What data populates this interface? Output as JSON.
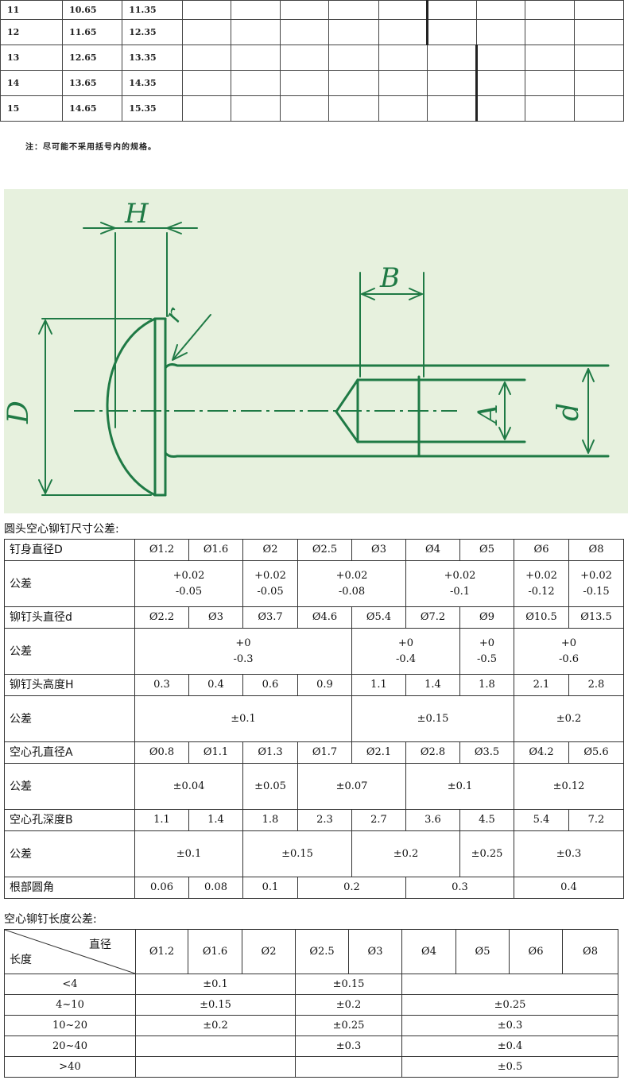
{
  "scan_table": {
    "rows": [
      {
        "n": "11",
        "a": "10.65",
        "b": "11.35"
      },
      {
        "n": "12",
        "a": "11.65",
        "b": "12.35"
      },
      {
        "n": "13",
        "a": "12.65",
        "b": "13.35"
      },
      {
        "n": "14",
        "a": "13.65",
        "b": "14.35"
      },
      {
        "n": "15",
        "a": "14.65",
        "b": "15.35"
      }
    ],
    "note": "注：尽可能不采用括号内的规格。"
  },
  "drawing": {
    "labels": {
      "H": "H",
      "B": "B",
      "D": "D",
      "A": "A",
      "d": "d",
      "r": "r"
    },
    "colors": {
      "background": "#e7f1de",
      "line": "#1f7a45"
    }
  },
  "tolerance": {
    "title": "圆头空心铆钉尺寸公差:",
    "body_dia": {
      "label": "钉身直径D",
      "values": [
        "Ø1.2",
        "Ø1.6",
        "Ø2",
        "Ø2.5",
        "Ø3",
        "Ø4",
        "Ø5",
        "Ø6",
        "Ø8"
      ]
    },
    "body_tol": {
      "label": "公差",
      "values": [
        [
          "+0.02",
          "-0.05"
        ],
        [
          "+0.02",
          "-0.05"
        ],
        [
          "+0.02",
          "-0.08"
        ],
        [
          "+0.02",
          "-0.1"
        ],
        [
          "+0.02",
          "-0.12"
        ],
        [
          "+0.02",
          "-0.15"
        ]
      ]
    },
    "head_dia": {
      "label": "铆钉头直径d",
      "values": [
        "Ø2.2",
        "Ø3",
        "Ø3.7",
        "Ø4.6",
        "Ø5.4",
        "Ø7.2",
        "Ø9",
        "Ø10.5",
        "Ø13.5"
      ]
    },
    "head_dia_tol": {
      "label": "公差",
      "values": [
        [
          "+0",
          "-0.3"
        ],
        [
          "+0",
          "-0.4"
        ],
        [
          "+0",
          "-0.5"
        ],
        [
          "+0",
          "-0.6"
        ]
      ]
    },
    "head_h": {
      "label": "铆钉头高度H",
      "values": [
        "0.3",
        "0.4",
        "0.6",
        "0.9",
        "1.1",
        "1.4",
        "1.8",
        "2.1",
        "2.8"
      ]
    },
    "head_h_tol": {
      "label": "公差",
      "values": [
        "±0.1",
        "±0.15",
        "±0.2"
      ]
    },
    "hole_dia": {
      "label": "空心孔直径A",
      "values": [
        "Ø0.8",
        "Ø1.1",
        "Ø1.3",
        "Ø1.7",
        "Ø2.1",
        "Ø2.8",
        "Ø3.5",
        "Ø4.2",
        "Ø5.6"
      ]
    },
    "hole_dia_tol": {
      "label": "公差",
      "values": [
        "±0.04",
        "±0.05",
        "±0.07",
        "±0.1",
        "±0.12"
      ]
    },
    "hole_depth": {
      "label": "空心孔深度B",
      "values": [
        "1.1",
        "1.4",
        "1.8",
        "2.3",
        "2.7",
        "3.6",
        "4.5",
        "5.4",
        "7.2"
      ]
    },
    "hole_depth_tol": {
      "label": "公差",
      "values": [
        "±0.1",
        "±0.15",
        "±0.2",
        "±0.25",
        "±0.3"
      ]
    },
    "root": {
      "label": "根部圆角",
      "values": [
        "0.06",
        "0.08",
        "0.1",
        "0.2",
        "0.3",
        "0.4"
      ]
    }
  },
  "length_tolerance": {
    "title": "空心铆钉长度公差:",
    "corner_top": "直径",
    "corner_bottom": "长度",
    "diameters": [
      "Ø1.2",
      "Ø1.6",
      "Ø2",
      "Ø2.5",
      "Ø3",
      "Ø4",
      "Ø5",
      "Ø6",
      "Ø8"
    ],
    "rows": [
      {
        "length": "<4",
        "g1": "±0.1",
        "g2": "±0.15",
        "g3": ""
      },
      {
        "length": "4~10",
        "g1": "±0.15",
        "g2": "±0.2",
        "g3": "±0.25"
      },
      {
        "length": "10~20",
        "g1": "±0.2",
        "g2": "±0.25",
        "g3": "±0.3"
      },
      {
        "length": "20~40",
        "g1": "",
        "g2": "±0.3",
        "g3": "±0.4"
      },
      {
        "length": ">40",
        "g1": "",
        "g2": "",
        "g3": "±0.5"
      }
    ]
  }
}
